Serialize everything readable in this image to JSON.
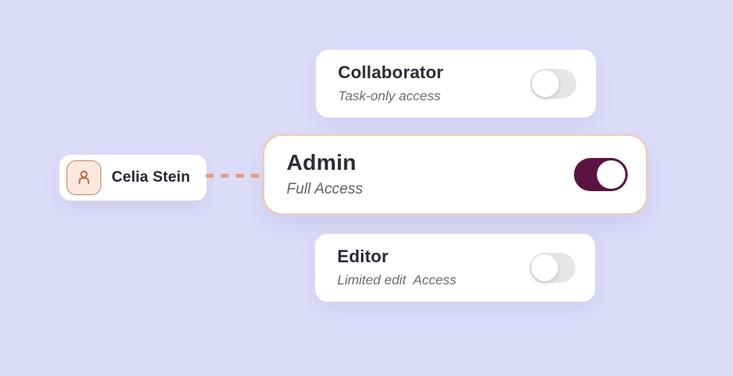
{
  "user": {
    "name": "Celia Stein",
    "icon": "person-icon"
  },
  "roles": [
    {
      "id": "collaborator",
      "title": "Collaborator",
      "subtitle": "Task-only access",
      "toggle_on": false,
      "highlighted": false
    },
    {
      "id": "admin",
      "title": "Admin",
      "subtitle": "Full Access",
      "toggle_on": true,
      "highlighted": true
    },
    {
      "id": "editor",
      "title": "Editor",
      "subtitle": "Limited edit  Access",
      "toggle_on": false,
      "highlighted": false
    }
  ],
  "connector": {
    "style": "dashed",
    "color": "#e49b7f"
  },
  "colors": {
    "background": "#dddcf8",
    "card": "#ffffff",
    "highlight_border": "#f4c9ae",
    "toggle_on": "#5b1440",
    "toggle_off_track": "#e6e6e9",
    "title_text": "#2b2b34",
    "subtitle_text": "#6b6b72",
    "avatar_bg": "#fce8dc",
    "avatar_border": "#c5826a"
  }
}
